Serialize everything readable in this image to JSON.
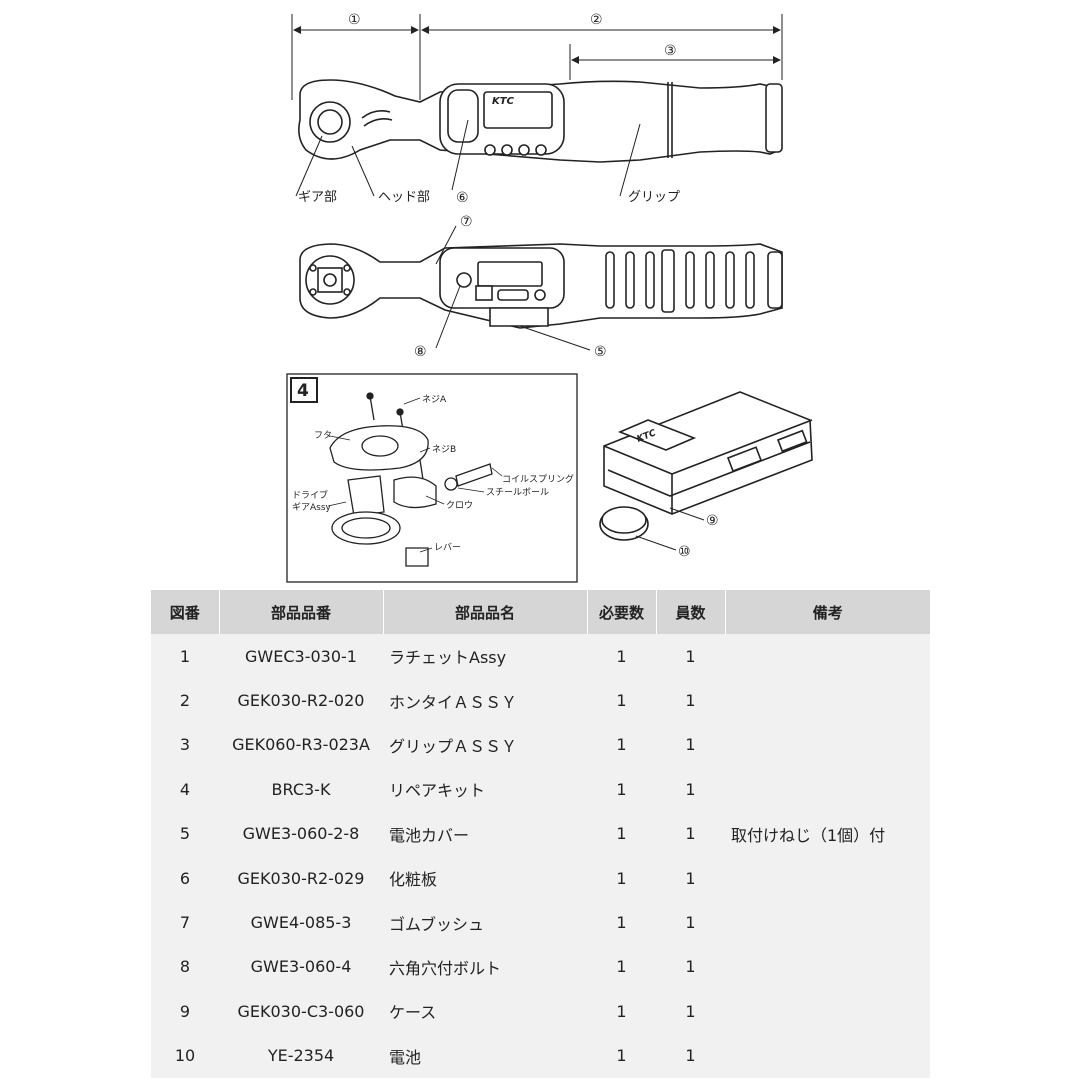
{
  "diagram": {
    "dimension_labels": [
      "①",
      "②",
      "③"
    ],
    "part_callouts": {
      "gear": "ギア部",
      "head": "ヘッド部",
      "six": "⑥",
      "grip": "グリップ",
      "seven": "⑦",
      "eight": "⑧",
      "five": "⑤",
      "nine": "⑨",
      "ten": "⑩"
    },
    "brand": "KTC",
    "repair_kit": {
      "number": "4",
      "labels": {
        "screw_a": "ネジA",
        "cover": "フタ",
        "screw_b": "ネジB",
        "coil_spring": "コイルスプリング",
        "steel_ball": "スチールボール",
        "drive_gear_1": "ドライブ",
        "drive_gear_2": "ギアAssy",
        "pawl": "クロウ",
        "lever": "レバー"
      }
    }
  },
  "table": {
    "headers": [
      "図番",
      "部品品番",
      "部品品名",
      "必要数",
      "員数",
      "備考"
    ],
    "rows": [
      [
        "1",
        "GWEC3-030-1",
        "ラチェットAssy",
        "1",
        "1",
        ""
      ],
      [
        "2",
        "GEK030-R2-020",
        "ホンタイＡＳＳＹ",
        "1",
        "1",
        ""
      ],
      [
        "3",
        "GEK060-R3-023A",
        "グリップＡＳＳＹ",
        "1",
        "1",
        ""
      ],
      [
        "4",
        "BRC3-K",
        "リペアキット",
        "1",
        "1",
        ""
      ],
      [
        "5",
        "GWE3-060-2-8",
        "電池カバー",
        "1",
        "1",
        "取付けねじ（1個）付"
      ],
      [
        "6",
        "GEK030-R2-029",
        "化粧板",
        "1",
        "1",
        ""
      ],
      [
        "7",
        "GWE4-085-3",
        "ゴムブッシュ",
        "1",
        "1",
        ""
      ],
      [
        "8",
        "GWE3-060-4",
        "六角穴付ボルト",
        "1",
        "1",
        ""
      ],
      [
        "9",
        "GEK030-C3-060",
        "ケース",
        "1",
        "1",
        ""
      ],
      [
        "10",
        "YE-2354",
        "電池",
        "1",
        "1",
        ""
      ]
    ]
  }
}
